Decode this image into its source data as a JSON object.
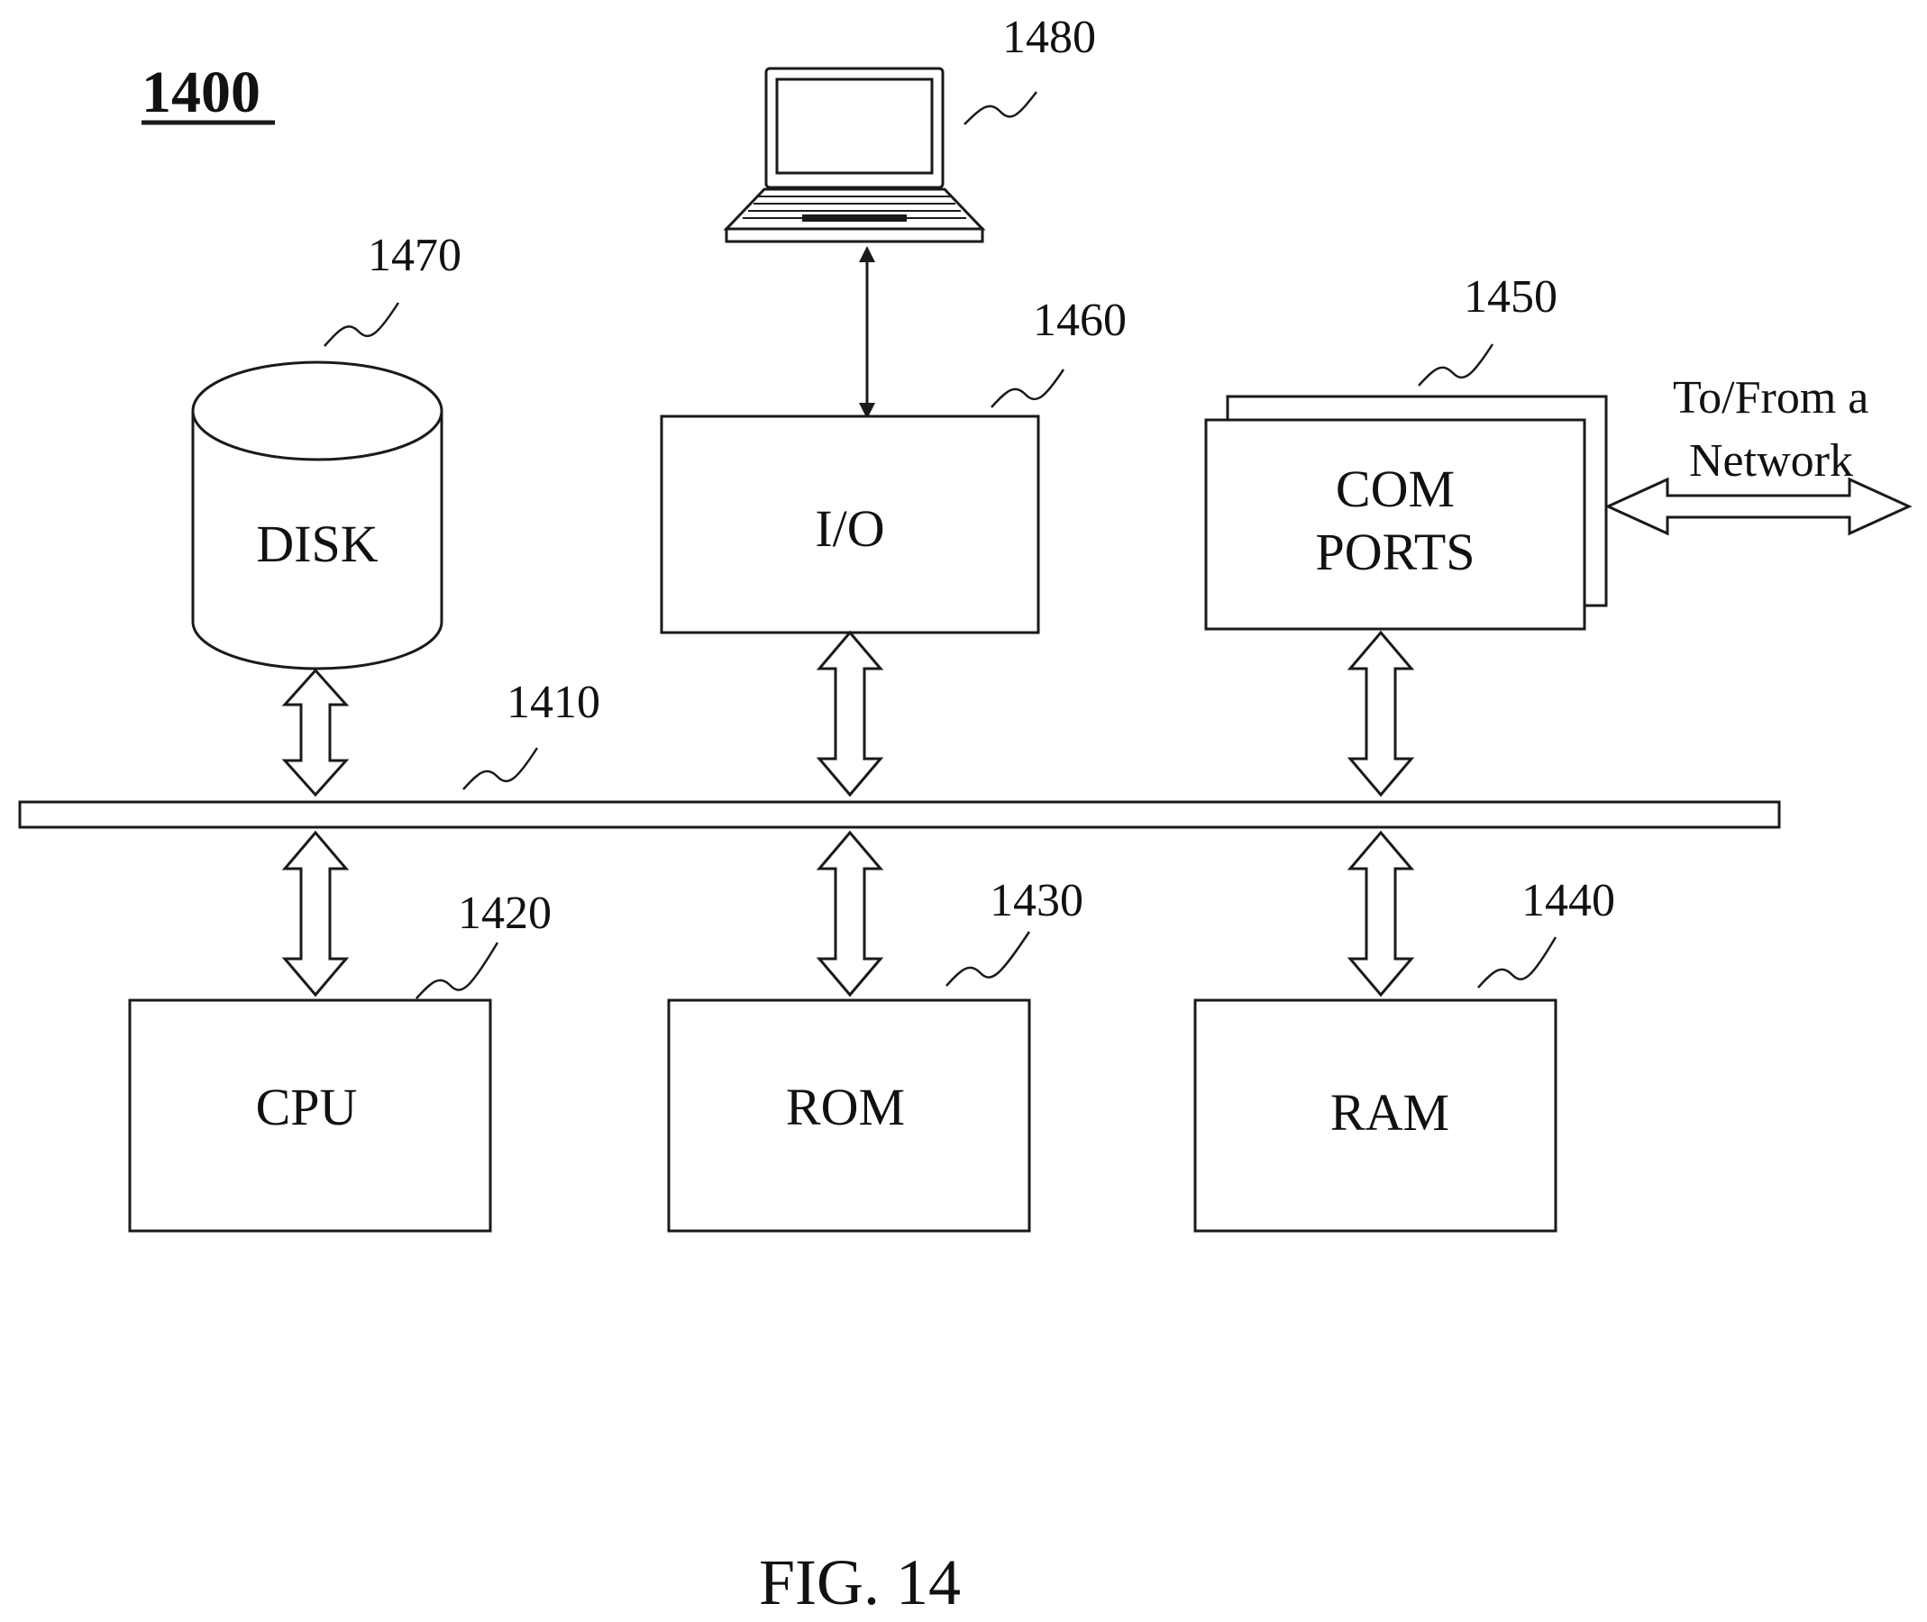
{
  "figure_number": "1400",
  "caption": "FIG. 14",
  "bus": {
    "ref": "1410"
  },
  "components": {
    "disk": {
      "label": "DISK",
      "ref": "1470"
    },
    "io": {
      "label": "I/O",
      "ref": "1460"
    },
    "com_ports": {
      "label_line1": "COM",
      "label_line2": "PORTS",
      "ref": "1450"
    },
    "cpu": {
      "label": "CPU",
      "ref": "1420"
    },
    "rom": {
      "label": "ROM",
      "ref": "1430"
    },
    "ram": {
      "label": "RAM",
      "ref": "1440"
    },
    "laptop": {
      "ref": "1480"
    }
  },
  "network": {
    "line1": "To/From a",
    "line2": "Network"
  }
}
